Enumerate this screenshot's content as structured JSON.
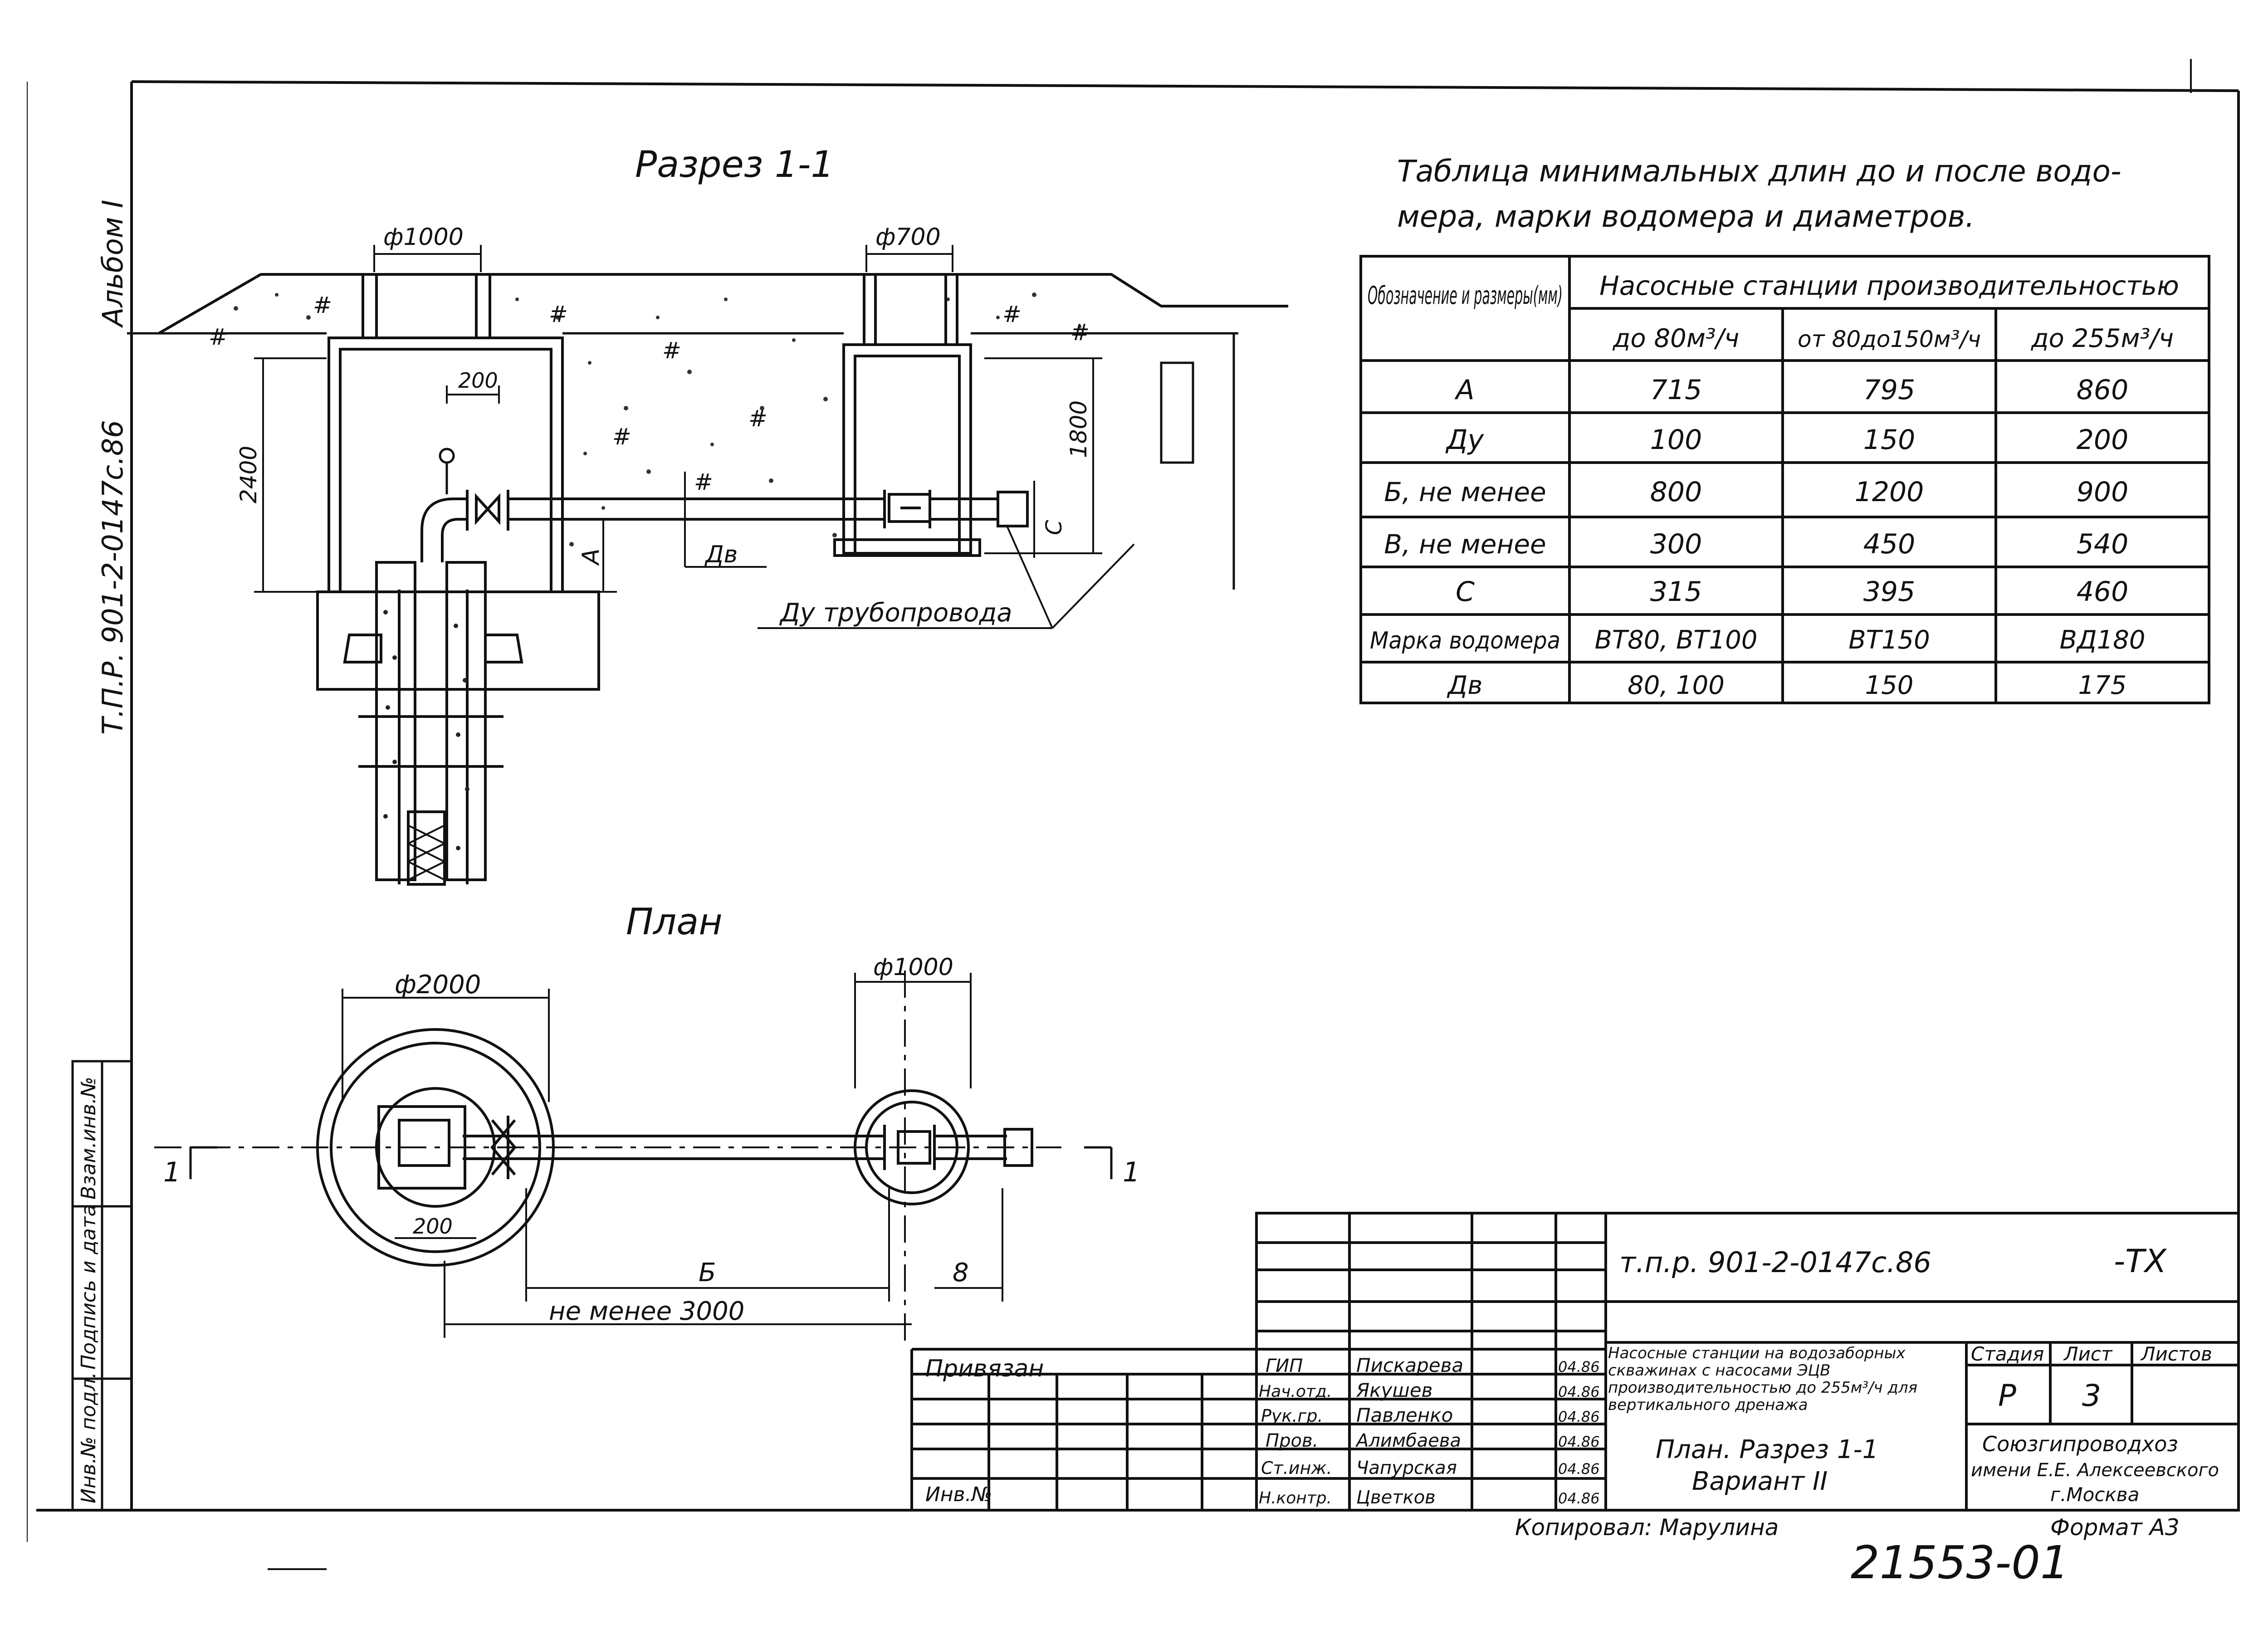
{
  "side_margin": {
    "album": "Альбом I",
    "series_code": "Т.П.Р. 901-2-0147с.86",
    "cells": [
      "Взам.инв.№",
      "Подпись и дата",
      "Инв.№ подл."
    ]
  },
  "section": {
    "title": "Разрез 1-1",
    "dim_d1000": "ф1000",
    "dim_d700": "ф700",
    "dim_200": "200",
    "dim_2400": "2400",
    "dim_1800": "1800",
    "label_A": "А",
    "label_Dv": "Дв",
    "label_C": "С",
    "label_Du_pipe": "Ду трубопровода"
  },
  "table": {
    "title_line1": "Таблица минимальных длин до и после водо-",
    "title_line2": "мера, марки водомера и диаметров.",
    "header_designation": "Обозначение и размеры(мм)",
    "header_group": "Насосные станции производительностью",
    "columns": [
      "до 80м³/ч",
      "от 80до150м³/ч",
      "до 255м³/ч"
    ],
    "rows": [
      {
        "label": "А",
        "v1": "715",
        "v2": "795",
        "v3": "860"
      },
      {
        "label": "Ду",
        "v1": "100",
        "v2": "150",
        "v3": "200"
      },
      {
        "label": "Б, не менее",
        "v1": "800",
        "v2": "1200",
        "v3": "900"
      },
      {
        "label": "В, не менее",
        "v1": "300",
        "v2": "450",
        "v3": "540"
      },
      {
        "label": "С",
        "v1": "315",
        "v2": "395",
        "v3": "460"
      },
      {
        "label": "Марка водомера",
        "v1": "ВТ80, ВТ100",
        "v2": "ВТ150",
        "v3": "ВД180"
      },
      {
        "label": "Дв",
        "v1": "80, 100",
        "v2": "150",
        "v3": "175"
      }
    ]
  },
  "plan": {
    "title": "План",
    "dim_d2000": "ф2000",
    "dim_d1000": "ф1000",
    "dim_200": "200",
    "dim_B": "Б",
    "dim_8": "8",
    "dim_min3000": "не менее 3000",
    "section_mark_left": "1",
    "section_mark_right": "1"
  },
  "stamp": {
    "doc_code": "т.п.р. 901-2-0147с.86",
    "doc_suffix": "-ТХ",
    "privyazan": "Привязан",
    "inv_no": "Инв.№",
    "staff": [
      {
        "role": "ГИП",
        "name": "Пискарева",
        "date": "04.86"
      },
      {
        "role": "Нач.отд.",
        "name": "Якушев",
        "date": "04.86"
      },
      {
        "role": "Рук.гр.",
        "name": "Павленко",
        "date": "04.86"
      },
      {
        "role": "Пров.",
        "name": "Алимбаева",
        "date": "04.86"
      },
      {
        "role": "Ст.инж.",
        "name": "Чапурская",
        "date": "04.86"
      },
      {
        "role": "Н.контр.",
        "name": "Цветков",
        "date": "04.86"
      }
    ],
    "project_title": "Насосные станции на водозаборных скважинах с насосами ЭЦВ производительностью до 255м³/ч для вертикального дренажа",
    "sheet_title_1": "План. Разрез 1-1",
    "sheet_title_2": "Вариант II",
    "stage_header": "Стадия",
    "sheet_header": "Лист",
    "sheets_header": "Листов",
    "stage": "Р",
    "sheet": "3",
    "org_1": "Союзгипроводхоз",
    "org_2": "имени Е.Е. Алексеевского",
    "org_3": "г.Москва",
    "copied_by": "Копировал: Марулина",
    "format": "Формат А3",
    "archive_no": "21553-01"
  }
}
